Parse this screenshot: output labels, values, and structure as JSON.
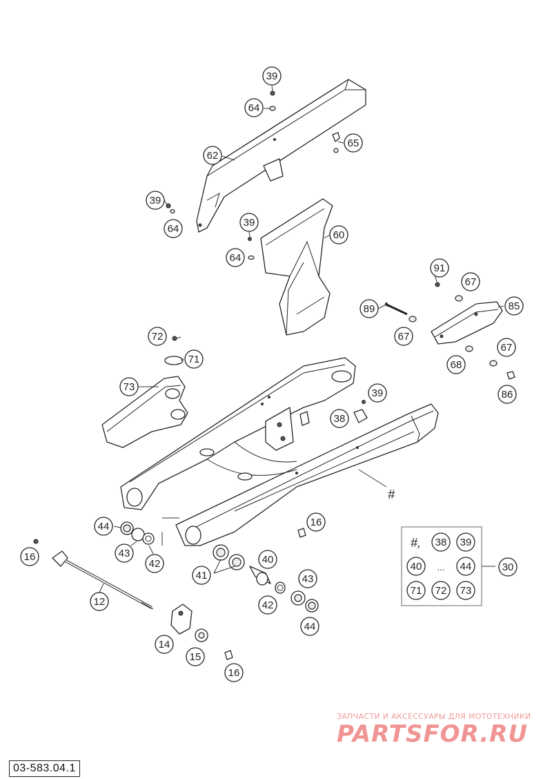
{
  "document": {
    "number": "03-583.04.1"
  },
  "watermark": {
    "subtitle": "ЗАПЧАСТИ И АКСЕССУАРЫ ДЛЯ МОТОТЕХНИКИ",
    "logo": "PARTSFOR.RU"
  },
  "callouts": [
    {
      "id": "c39a",
      "label": "39"
    },
    {
      "id": "c64a",
      "label": "64"
    },
    {
      "id": "c65",
      "label": "65"
    },
    {
      "id": "c62",
      "label": "62"
    },
    {
      "id": "c39b",
      "label": "39"
    },
    {
      "id": "c64b",
      "label": "64"
    },
    {
      "id": "c39c",
      "label": "39"
    },
    {
      "id": "c60",
      "label": "60"
    },
    {
      "id": "c64c",
      "label": "64"
    },
    {
      "id": "c91",
      "label": "91"
    },
    {
      "id": "c67a",
      "label": "67"
    },
    {
      "id": "c89",
      "label": "89"
    },
    {
      "id": "c85",
      "label": "85"
    },
    {
      "id": "c67b",
      "label": "67"
    },
    {
      "id": "c67c",
      "label": "67"
    },
    {
      "id": "c68",
      "label": "68"
    },
    {
      "id": "c86",
      "label": "86"
    },
    {
      "id": "c72",
      "label": "72"
    },
    {
      "id": "c71",
      "label": "71"
    },
    {
      "id": "c73",
      "label": "73"
    },
    {
      "id": "c39d",
      "label": "39"
    },
    {
      "id": "c38",
      "label": "38"
    },
    {
      "id": "c44a",
      "label": "44"
    },
    {
      "id": "c43a",
      "label": "43"
    },
    {
      "id": "c42a",
      "label": "42"
    },
    {
      "id": "c16a",
      "label": "16"
    },
    {
      "id": "c16b",
      "label": "16"
    },
    {
      "id": "c41",
      "label": "41"
    },
    {
      "id": "c40",
      "label": "40"
    },
    {
      "id": "c43b",
      "label": "43"
    },
    {
      "id": "c42b",
      "label": "42"
    },
    {
      "id": "c44b",
      "label": "44"
    },
    {
      "id": "c12",
      "label": "12"
    },
    {
      "id": "c14",
      "label": "14"
    },
    {
      "id": "c15",
      "label": "15"
    },
    {
      "id": "c16c",
      "label": "16"
    },
    {
      "id": "c30",
      "label": "30"
    }
  ],
  "assembly_marker": "#",
  "kit_box": {
    "marker": "#,",
    "ellipsis": "...",
    "items": [
      "38",
      "39",
      "40",
      "44",
      "71",
      "72",
      "73"
    ]
  }
}
